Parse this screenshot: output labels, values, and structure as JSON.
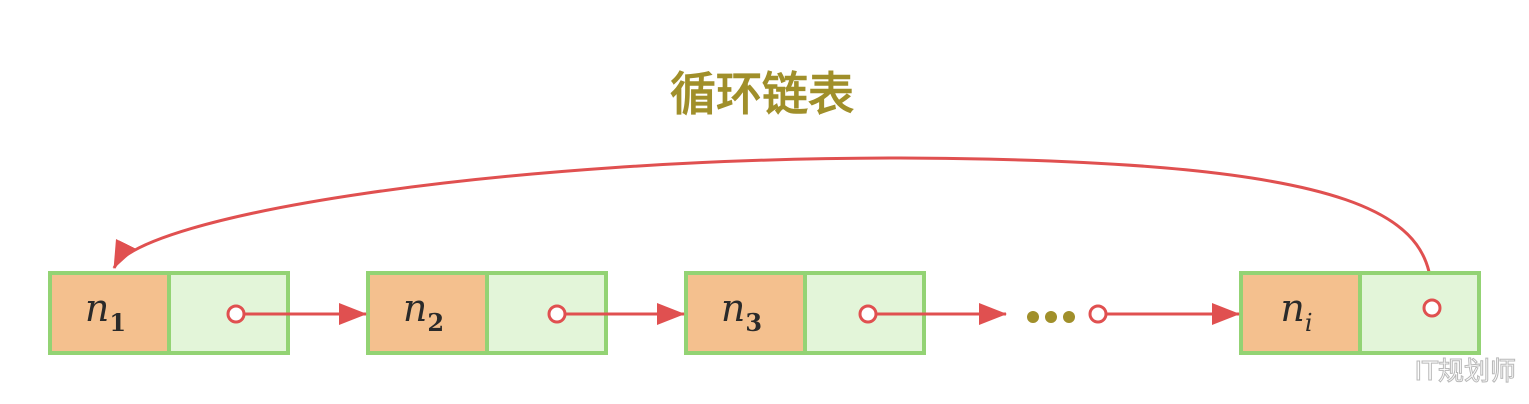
{
  "title": "循环链表",
  "nodes": [
    {
      "base": "n",
      "sub": "1"
    },
    {
      "base": "n",
      "sub": "2"
    },
    {
      "base": "n",
      "sub": "3"
    },
    {
      "base": "n",
      "sub": "i"
    }
  ],
  "ellipsis": "•••",
  "watermark": "IT规划师",
  "colors": {
    "data_cell": "#f4c08e",
    "pointer_cell": "#e3f5d9",
    "border": "#93d374",
    "arrow": "#e05050",
    "title": "#a08f2a"
  }
}
